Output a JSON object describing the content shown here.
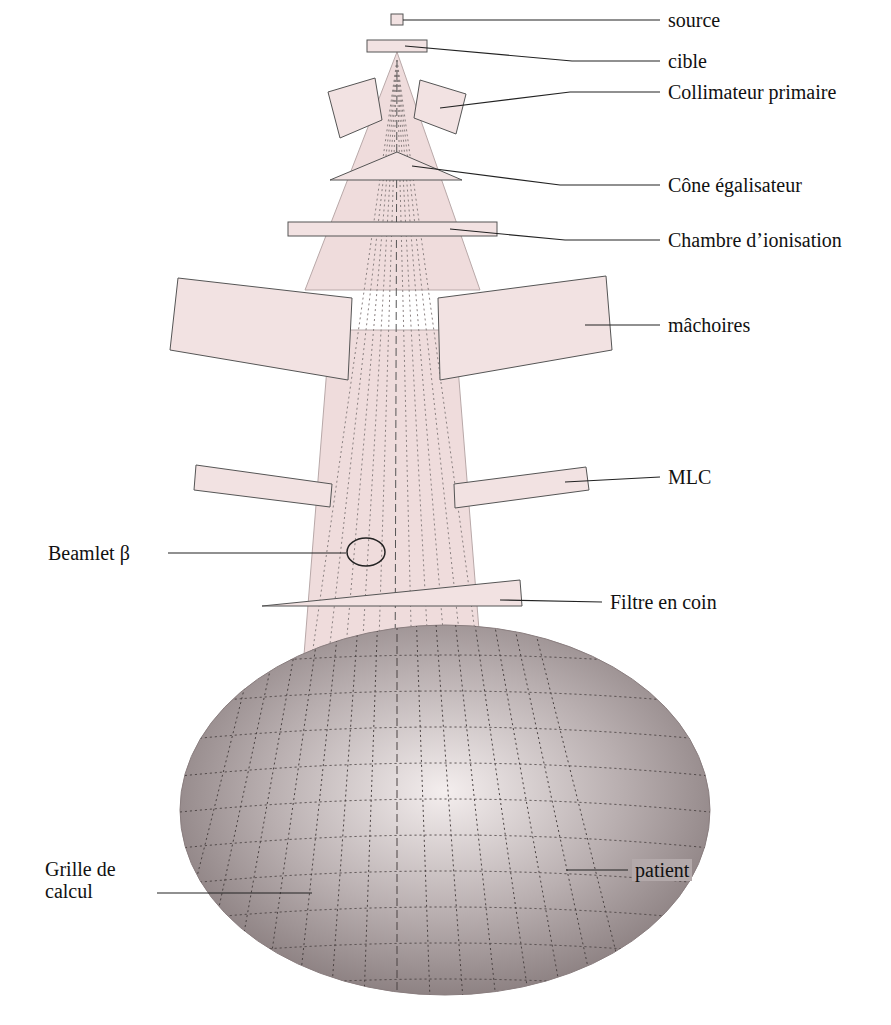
{
  "diagram": {
    "labels": [
      "source",
      "cible",
      "Collimateur primaire",
      "Cône égalisateur",
      "Chambre d’ionisation",
      "mâchoires",
      "MLC",
      "Beamlet β",
      "Filtre en coin",
      "Grille de calcul",
      "patient"
    ]
  }
}
